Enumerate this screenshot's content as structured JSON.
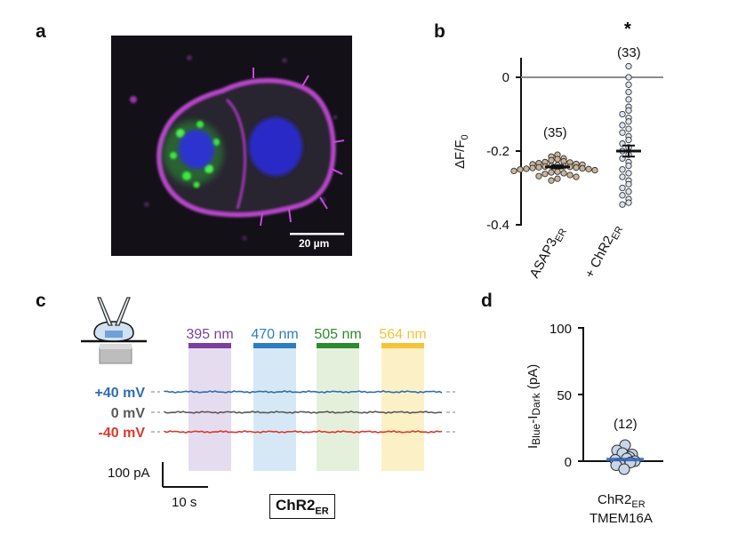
{
  "panels": {
    "a": "a",
    "b": "b",
    "c": "c",
    "d": "d"
  },
  "panel_a": {
    "scalebar_label": "20 µm"
  },
  "panel_b": {
    "ylabel_main": "ΔF/F",
    "ylabel_sub": "0",
    "significance": "*",
    "groups": [
      {
        "label_main": "ASAP3",
        "label_sub": "ER",
        "n_label": "(35)"
      },
      {
        "label_main": "+ ChR2",
        "label_sub": "ER",
        "n_label": "(33)"
      }
    ]
  },
  "panel_c": {
    "construct_main": "ChR2",
    "construct_sub": "ER",
    "scalebar_y_label": "100 pA",
    "scalebar_x_label": "10 s",
    "colors": {
      "p40": "#2e6db4",
      "zero": "#595959",
      "m40": "#d83a2e"
    }
  },
  "panel_d": {
    "ylabel_1": "I",
    "ylabel_sub1": "Blue",
    "ylabel_2": "-I",
    "ylabel_sub2": "Dark",
    "ylabel_unit": " (pA)",
    "n_label": "(12)",
    "xlabel_line1_main": "ChR2",
    "xlabel_line1_sub": "ER",
    "xlabel_line2": "TMEM16A"
  },
  "chart_data": [
    {
      "type": "scatter",
      "panel": "b",
      "yticks": [
        "0",
        "-0.2",
        "-0.4"
      ],
      "ylim": [
        -0.4,
        0.05
      ],
      "reference_line": 0,
      "groups": [
        {
          "name": "ASAP3ER",
          "n": 35,
          "mean": -0.243,
          "sem": 0.004,
          "values": [
            -0.21,
            -0.215,
            -0.22,
            -0.222,
            -0.225,
            -0.228,
            -0.23,
            -0.231,
            -0.233,
            -0.235,
            -0.236,
            -0.237,
            -0.238,
            -0.24,
            -0.241,
            -0.242,
            -0.243,
            -0.244,
            -0.245,
            -0.246,
            -0.247,
            -0.248,
            -0.249,
            -0.25,
            -0.252,
            -0.254,
            -0.256,
            -0.258,
            -0.26,
            -0.262,
            -0.265,
            -0.268,
            -0.27,
            -0.275,
            -0.28
          ]
        },
        {
          "name": "+ ChR2ER",
          "n": 33,
          "mean": -0.2,
          "sem": 0.015,
          "values": [
            0.03,
            0.0,
            -0.02,
            -0.04,
            -0.06,
            -0.08,
            -0.09,
            -0.1,
            -0.11,
            -0.12,
            -0.13,
            -0.14,
            -0.15,
            -0.16,
            -0.17,
            -0.18,
            -0.19,
            -0.2,
            -0.21,
            -0.22,
            -0.23,
            -0.24,
            -0.25,
            -0.26,
            -0.27,
            -0.28,
            -0.29,
            -0.3,
            -0.31,
            -0.32,
            -0.33,
            -0.34,
            -0.345
          ]
        }
      ]
    },
    {
      "type": "line",
      "panel": "c",
      "light_pulses": [
        {
          "label": "395 nm",
          "color": "#7a3fa0",
          "fill": "#e6dcef"
        },
        {
          "label": "470 nm",
          "color": "#2e7cc4",
          "fill": "#d6e8f5"
        },
        {
          "label": "505 nm",
          "color": "#2e8a2e",
          "fill": "#e5f0dc"
        },
        {
          "label": "564 nm",
          "color": "#f5c43a",
          "fill": "#fbf0c6"
        }
      ],
      "series": [
        {
          "name": "+40 mV",
          "color": "#2e6db4"
        },
        {
          "name": "0 mV",
          "color": "#595959"
        },
        {
          "name": "-40 mV",
          "color": "#d83a2e"
        }
      ]
    },
    {
      "type": "scatter",
      "panel": "d",
      "yticks": [
        "100",
        "50",
        "0"
      ],
      "ylim": [
        0,
        100
      ],
      "mean": 1.2,
      "n": 12,
      "values": [
        12,
        9,
        7,
        6,
        4,
        3,
        2,
        1,
        0,
        -1,
        -2,
        -4
      ]
    }
  ]
}
